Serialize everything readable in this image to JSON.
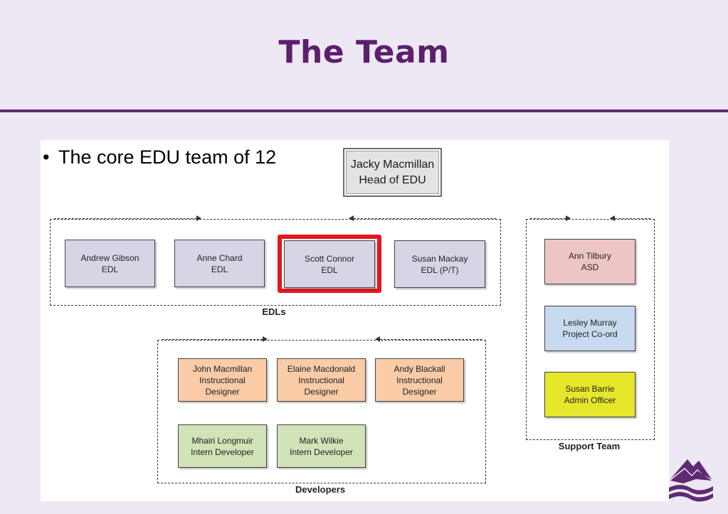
{
  "slide": {
    "title": "The Team",
    "bullet": "The core EDU team of 12"
  },
  "head": {
    "name": "Jacky Macmillan",
    "role": "Head of EDU"
  },
  "groups": {
    "edls": "EDLs",
    "developers": "Developers",
    "support": "Support Team"
  },
  "edls": [
    {
      "name": "Andrew Gibson",
      "role": "EDL"
    },
    {
      "name": "Anne Chard",
      "role": "EDL"
    },
    {
      "name": "Scott Connor",
      "role": "EDL"
    },
    {
      "name": "Susan Mackay",
      "role": "EDL (P/T)"
    }
  ],
  "developers": [
    {
      "name": "John Macmillan",
      "role1": "Instructional",
      "role2": "Designer"
    },
    {
      "name": "Elaine Macdonald",
      "role1": "Instructional",
      "role2": "Designer"
    },
    {
      "name": "Andy Blackall",
      "role1": "Instructional",
      "role2": "Designer"
    }
  ],
  "interns": [
    {
      "name": "Mhairi Longmuir",
      "role": "Intern Developer"
    },
    {
      "name": "Mark Wilkie",
      "role": "Intern Developer"
    }
  ],
  "support": [
    {
      "name": "Ann Tilbury",
      "role": "ASD"
    },
    {
      "name": "Lesley Murray",
      "role": "Project Co-ord"
    },
    {
      "name": "Susan Barrie",
      "role": "Admin Officer"
    }
  ],
  "colors": {
    "title": "#5c1f6e",
    "rule": "#5e2a72",
    "edl": "#d9d3e6",
    "designer": "#f9cba6",
    "intern": "#d2e3b8",
    "asd": "#eec5c6",
    "project": "#c7daef",
    "admin": "#e6e62a",
    "highlight": "#e3171d"
  },
  "logo": "university-logo-icon"
}
